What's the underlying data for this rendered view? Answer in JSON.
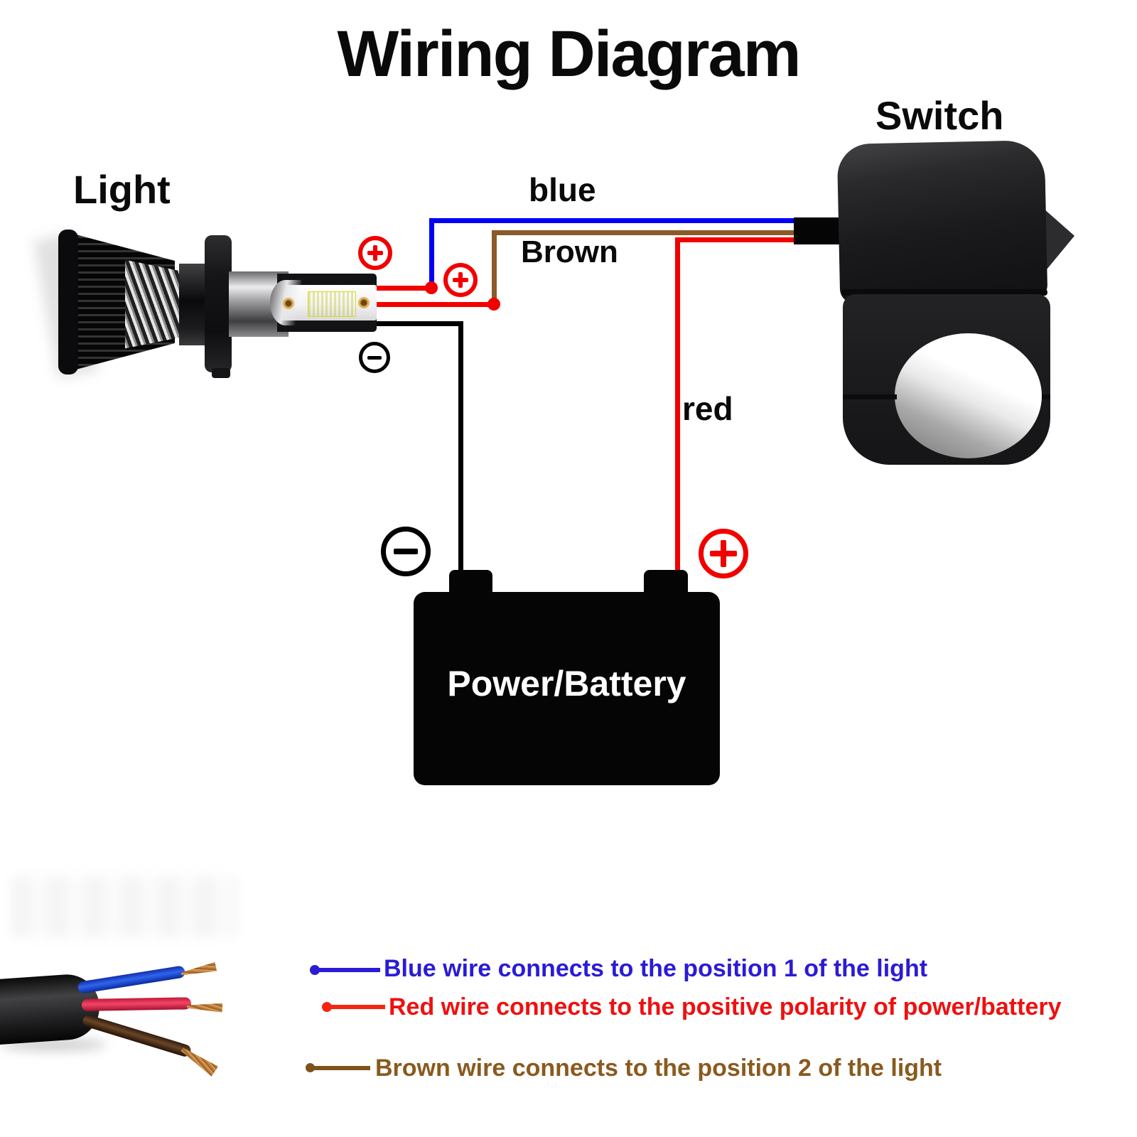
{
  "title": "Wiring Diagram",
  "labels": {
    "light": "Light",
    "switch": "Switch",
    "battery": "Power/Battery",
    "wire_blue": "blue",
    "wire_brown": "Brown",
    "wire_red": "red"
  },
  "colors": {
    "wire_blue": "#0000f2",
    "wire_brown": "#8a5a28",
    "wire_red": "#f20000",
    "wire_black": "#000000",
    "legend_blue_text": "#2b1bd6",
    "legend_red_text": "#ef1010",
    "legend_brown_text": "#8a5a1e"
  },
  "legend": [
    {
      "name": "blue",
      "text": "Blue wire connects to the position 1 of the light"
    },
    {
      "name": "red",
      "text": "Red wire connects to the positive polarity of power/battery"
    },
    {
      "name": "brown",
      "text": "Brown wire connects to the position 2 of the light"
    }
  ]
}
